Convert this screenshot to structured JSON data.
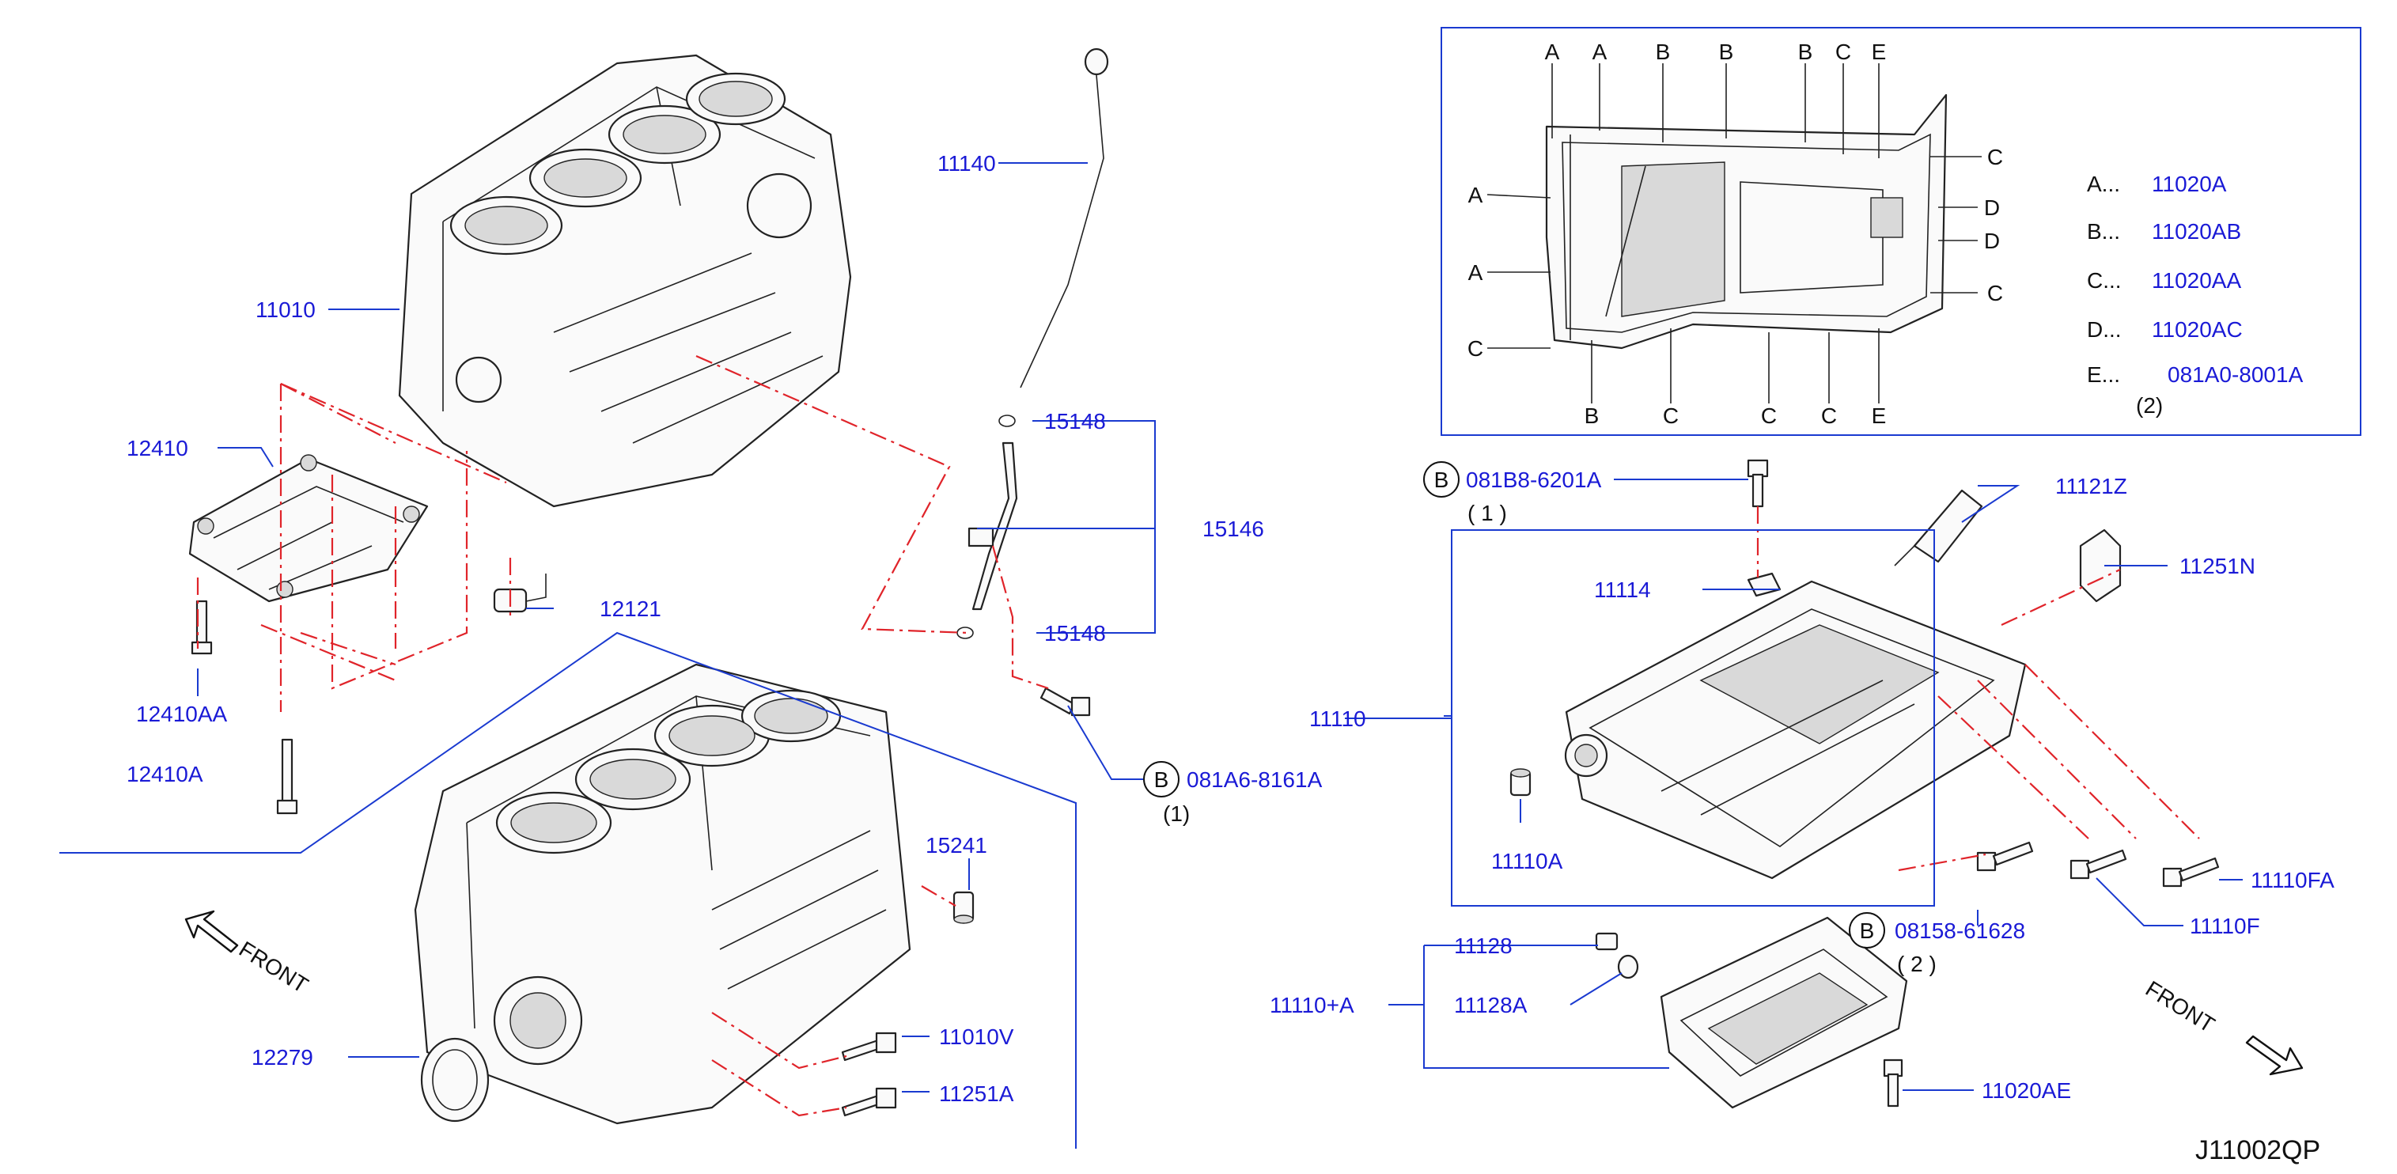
{
  "diagram_code": "J11002QP",
  "front_labels": [
    "FRONT",
    "FRONT"
  ],
  "callouts": {
    "p11140": "11140",
    "p11010": "11010",
    "p12410": "12410",
    "p12410AA": "12410AA",
    "p12410A": "12410A",
    "p12121": "12121",
    "p15148a": "15148",
    "p15148b": "15148",
    "p15146": "15146",
    "p081A6": "081A6-8161A",
    "q081A6": "(1)",
    "p15241": "15241",
    "p12279": "12279",
    "p11010V": "11010V",
    "p11251A": "11251A",
    "p081B8": "081B8-6201A",
    "q081B8": "( 1 )",
    "p11121Z": "11121Z",
    "p11251N": "11251N",
    "p11114": "11114",
    "p11110": "11110",
    "p11110A": "11110A",
    "p11110FA": "11110FA",
    "p11110F": "11110F",
    "p08158": "08158-61628",
    "q08158": "( 2 )",
    "p11128": "11128",
    "p11110plusA": "11110+A",
    "p11128A": "11128A",
    "p11020AE": "11020AE"
  },
  "bolt_circle_letter": "B",
  "inset": {
    "top_letters": [
      "A",
      "A",
      "B",
      "B",
      "B",
      "C",
      "E"
    ],
    "left_letters": [
      "A",
      "A",
      "C"
    ],
    "right_letters": [
      "C",
      "D",
      "D",
      "C"
    ],
    "bottom_letters": [
      "B",
      "C",
      "C",
      "C",
      "E"
    ],
    "legend": [
      {
        "key": "A...",
        "part": "11020A"
      },
      {
        "key": "B...",
        "part": "11020AB"
      },
      {
        "key": "C...",
        "part": "11020AA"
      },
      {
        "key": "D...",
        "part": "11020AC"
      },
      {
        "key": "E...",
        "part": "081A0-8001A"
      }
    ],
    "legend_qty": "(2)"
  }
}
